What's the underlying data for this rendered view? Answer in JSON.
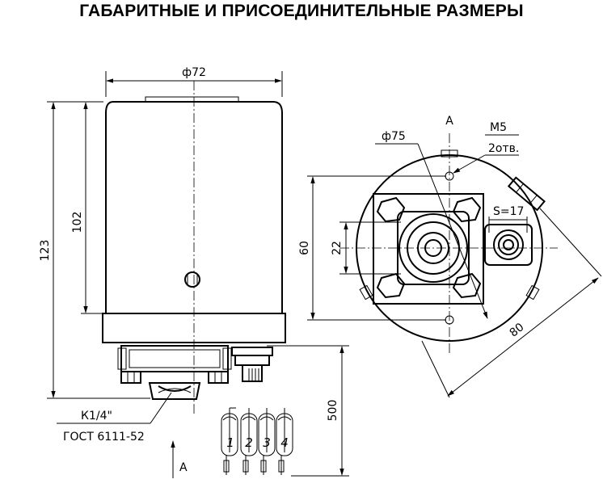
{
  "title": "ГАБАРИТНЫЕ И ПРИСОЕДИНИТЕЛЬНЫЕ РАЗМЕРЫ",
  "dimensions": {
    "body_diameter": "ф72",
    "height_total": "123",
    "height_body": "102",
    "flange_diameter": "ф75",
    "thread_label": "М5",
    "holes_label": "2отв.",
    "view_label": "А",
    "bolt_spacing": "60",
    "port_size": "22",
    "wrench_size": "S=17",
    "diagonal": "80",
    "cable_length": "500"
  },
  "callouts": {
    "thread_spec": "К1/4\"",
    "standard": "ГОСТ 6111-52"
  },
  "wires": [
    "1",
    "2",
    "3",
    "4"
  ]
}
